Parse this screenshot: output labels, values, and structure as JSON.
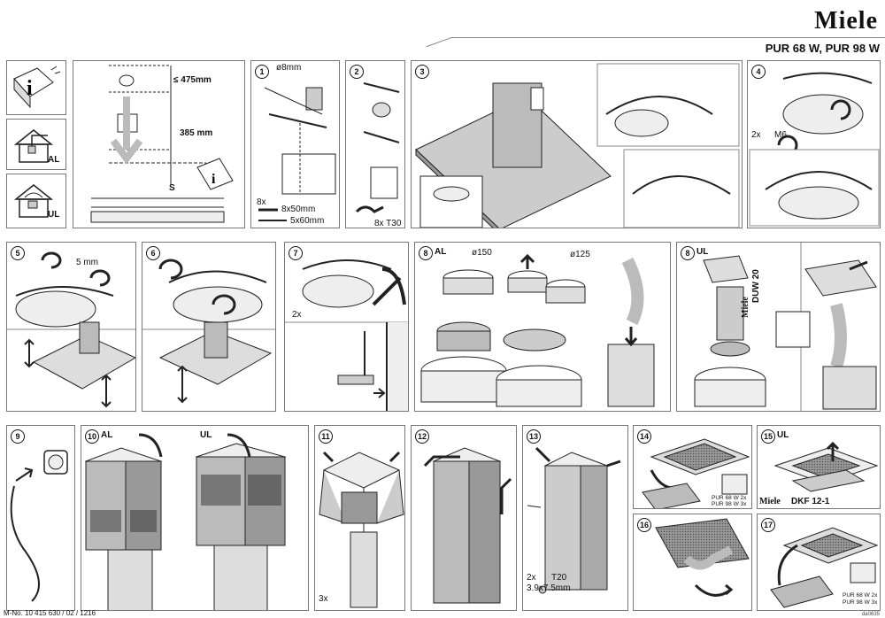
{
  "header": {
    "brand": "Miele",
    "models": "PUR 68 W, PUR 98 W"
  },
  "intro": {
    "dim_top": "≤ 475mm",
    "dim_mid": "385 mm",
    "dim_s": "S",
    "type_al": "AL",
    "type_ul": "UL"
  },
  "steps": {
    "s1": {
      "num": "1",
      "drill": "ø8mm",
      "qty": "8x",
      "screw1": "8x50mm",
      "screw2": "5x60mm"
    },
    "s2": {
      "num": "2",
      "tool": "8x T30"
    },
    "s3": {
      "num": "3"
    },
    "s4": {
      "num": "4",
      "nut": "2x",
      "nut_size": "M6"
    },
    "s5": {
      "num": "5",
      "gap": "5 mm"
    },
    "s6": {
      "num": "6"
    },
    "s7": {
      "num": "7",
      "qty": "2x"
    },
    "s8al": {
      "num": "8",
      "tag": "AL",
      "d1": "ø150",
      "d2": "ø125"
    },
    "s8ul": {
      "num": "8",
      "tag": "UL",
      "brand": "Miele",
      "part": "DUW 20"
    },
    "s9": {
      "num": "9"
    },
    "s10al": {
      "num": "10",
      "tag": "AL"
    },
    "s10ul": {
      "tag": "UL"
    },
    "s11": {
      "num": "11",
      "qty": "3x"
    },
    "s12": {
      "num": "12"
    },
    "s13": {
      "num": "13",
      "qty": "2x",
      "tool": "T20",
      "screw": "3.9x7.5mm"
    },
    "s14": {
      "num": "14",
      "note1": "PUR 68 W 2x",
      "note2": "PUR 98 W 3x"
    },
    "s15ul": {
      "num": "15",
      "tag": "UL",
      "brand": "Miele",
      "part": "DKF 12-1"
    },
    "s16": {
      "num": "16"
    },
    "s17": {
      "num": "17",
      "note1": "PUR 68 W 2x",
      "note2": "PUR 98 W 3x"
    }
  },
  "footer": {
    "doc_no": "M-No. 10 415 630 / 02 / 1216",
    "ref": "da0635"
  }
}
